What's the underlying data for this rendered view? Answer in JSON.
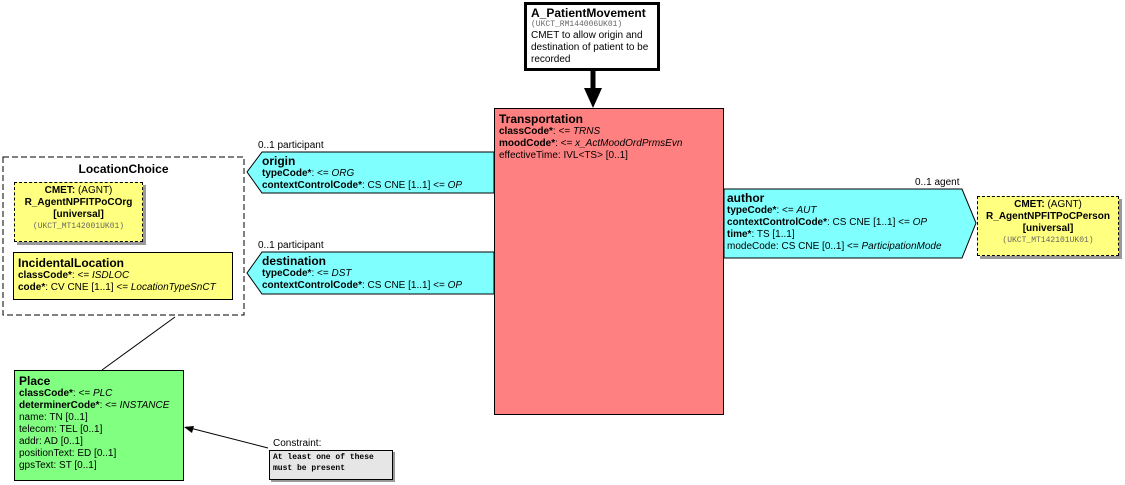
{
  "header": {
    "title": "A_PatientMovement",
    "id": "(UKCT_RM144006UK01)",
    "description": "CMET to allow origin and destination of patient to be recorded"
  },
  "transportation": {
    "title": "Transportation",
    "classCode_label": "classCode*",
    "classCode_value": "TRNS",
    "moodCode_label": "moodCode*",
    "moodCode_value": "x_ActMoodOrdPrmsEvn",
    "effectiveTime": "effectiveTime: IVL<TS> [0..1]"
  },
  "origin": {
    "link_label": "0..1 participant",
    "title": "origin",
    "typeCode_label": "typeCode*",
    "typeCode_value": "ORG",
    "ccc_label": "contextControlCode*",
    "ccc_rest": ": CS CNE [1..1] <=",
    "ccc_value": "OP"
  },
  "destination": {
    "link_label": "0..1 participant",
    "title": "destination",
    "typeCode_label": "typeCode*",
    "typeCode_value": "DST",
    "ccc_label": "contextControlCode*",
    "ccc_rest": ": CS CNE [1..1] <=",
    "ccc_value": "OP"
  },
  "author": {
    "link_label": "0..1 agent",
    "title": "author",
    "typeCode_label": "typeCode*",
    "typeCode_value": "AUT",
    "ccc_label": "contextControlCode*",
    "ccc_rest": ": CS CNE [1..1] <=",
    "ccc_value": "OP",
    "time_label": "time*",
    "time_rest": ": TS [1..1]",
    "modeCode_rest": "modeCode: CS CNE [0..1] <=",
    "modeCode_value": "ParticipationMode"
  },
  "location_choice": {
    "title": "LocationChoice"
  },
  "cmet_org": {
    "cmet_label": "CMET:",
    "cmet_type": "(AGNT)",
    "name": "R_AgentNPFITPoCOrg",
    "flavor": "[universal]",
    "id": "(UKCT_MT142001UK01)"
  },
  "cmet_person": {
    "cmet_label": "CMET:",
    "cmet_type": "(AGNT)",
    "name": "R_AgentNPFITPoCPerson",
    "flavor": "[universal]",
    "id": "(UKCT_MT142101UK01)"
  },
  "incidental_location": {
    "title": "IncidentalLocation",
    "classCode_label": "classCode*",
    "classCode_value": "ISDLOC",
    "code_label": "code*",
    "code_rest": ": CV CNE [1..1] <=",
    "code_value": "LocationTypeSnCT"
  },
  "place": {
    "title": "Place",
    "classCode_label": "classCode*",
    "classCode_value": "PLC",
    "determinerCode_label": "determinerCode*",
    "determinerCode_value": "INSTANCE",
    "attrs": [
      "name: TN [0..1]",
      "telecom: TEL [0..1]",
      "addr: AD [0..1]",
      "positionText: ED [0..1]",
      "gpsText: ST [0..1]"
    ]
  },
  "constraint": {
    "label": "Constraint:",
    "text": "At least one of these must be present"
  },
  "colors": {
    "act": "#ff8080",
    "participation": "#80ffff",
    "role": "#ffff80",
    "entity": "#80ff80",
    "note": "#e6e6e6"
  }
}
